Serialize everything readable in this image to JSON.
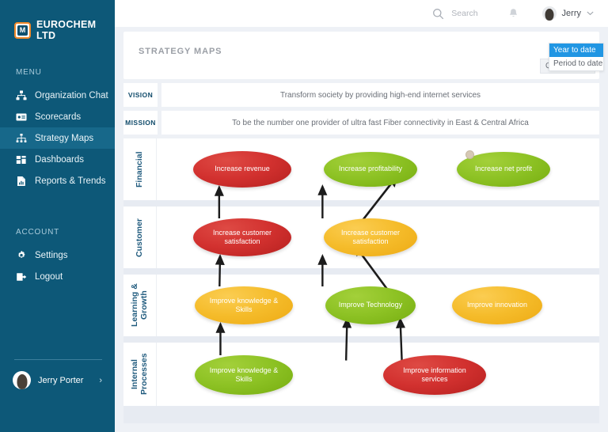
{
  "brand": {
    "name": "EUROCHEM LTD",
    "logo_letter": "M",
    "logo_border_color": "#f0892a"
  },
  "sidebar": {
    "bg_color": "#0d5878",
    "menu_title": "MENU",
    "menu_items": [
      {
        "label": "Organization Chat",
        "icon": "org-chart-icon",
        "active": false
      },
      {
        "label": "Scorecards",
        "icon": "scorecard-icon",
        "active": false
      },
      {
        "label": "Strategy Maps",
        "icon": "strategy-map-icon",
        "active": true
      },
      {
        "label": "Dashboards",
        "icon": "dashboard-icon",
        "active": false
      },
      {
        "label": "Reports & Trends",
        "icon": "report-icon",
        "active": false
      }
    ],
    "account_title": "ACCOUNT",
    "account_items": [
      {
        "label": "Settings",
        "icon": "gear-icon"
      },
      {
        "label": "Logout",
        "icon": "logout-icon"
      }
    ],
    "user": {
      "name": "Jerry Porter",
      "chevron": "›"
    }
  },
  "topbar": {
    "search_label": "Search",
    "search_icon": "search-icon",
    "bell_icon": "bell-icon",
    "user_name": "Jerry",
    "caret": "⌄"
  },
  "page": {
    "title": "STRATEGY MAPS",
    "period_select": {
      "value": "Quarterly",
      "caret": "▾"
    },
    "period_options": [
      {
        "label": "Year to date",
        "selected": true
      },
      {
        "label": "Period to date",
        "selected": false
      }
    ],
    "vision": {
      "tag": "VISION",
      "text": "Transform society by providing high-end internet services"
    },
    "mission": {
      "tag": "MISSION",
      "text": "To be the number one provider of ultra fast Fiber connectivity in East & Central Africa"
    }
  },
  "strategy_map": {
    "perspectives": [
      {
        "id": "financial",
        "label": "Financial"
      },
      {
        "id": "customer",
        "label": "Customer"
      },
      {
        "id": "learning",
        "label": "Learning &\nGrowth"
      },
      {
        "id": "internal",
        "label": "Internal\nProcesses"
      }
    ],
    "colors": {
      "red": "#d2312f",
      "green": "#8dc224",
      "amber": "#f5bc2b",
      "dot": "#d6c9b5"
    },
    "nodes": [
      {
        "id": "n1",
        "label": "Increase revenue",
        "status": "red",
        "perspective": "financial"
      },
      {
        "id": "n2",
        "label": "Increase profitability",
        "status": "green",
        "perspective": "financial"
      },
      {
        "id": "n3",
        "label": "Increase net profit",
        "status": "green",
        "perspective": "financial",
        "badge": true
      },
      {
        "id": "n4",
        "label": "Increase customer satisfaction",
        "status": "red",
        "perspective": "customer"
      },
      {
        "id": "n5",
        "label": "Increase customer satisfaction",
        "status": "amber",
        "perspective": "customer"
      },
      {
        "id": "n6",
        "label": "Improve knowledge & Skills",
        "status": "amber",
        "perspective": "learning"
      },
      {
        "id": "n7",
        "label": "Improve Technology",
        "status": "green",
        "perspective": "learning"
      },
      {
        "id": "n8",
        "label": "Improve innovation",
        "status": "amber",
        "perspective": "learning"
      },
      {
        "id": "n9",
        "label": "Improve knowledge & Skills",
        "status": "green",
        "perspective": "internal"
      },
      {
        "id": "n10",
        "label": "Improve information services",
        "status": "red",
        "perspective": "internal"
      }
    ],
    "links": [
      {
        "from": "n4",
        "to": "n1"
      },
      {
        "from": "n5",
        "to": "n2"
      },
      {
        "from": "n5",
        "to": "n3"
      },
      {
        "from": "n5",
        "to": "n4"
      },
      {
        "from": "n6",
        "to": "n4"
      },
      {
        "from": "n7",
        "to": "n5"
      },
      {
        "from": "n8",
        "to": "n5"
      },
      {
        "from": "n9",
        "to": "n6"
      },
      {
        "from": "n10",
        "to": "n7"
      },
      {
        "from": "n10",
        "to": "n8"
      }
    ]
  }
}
